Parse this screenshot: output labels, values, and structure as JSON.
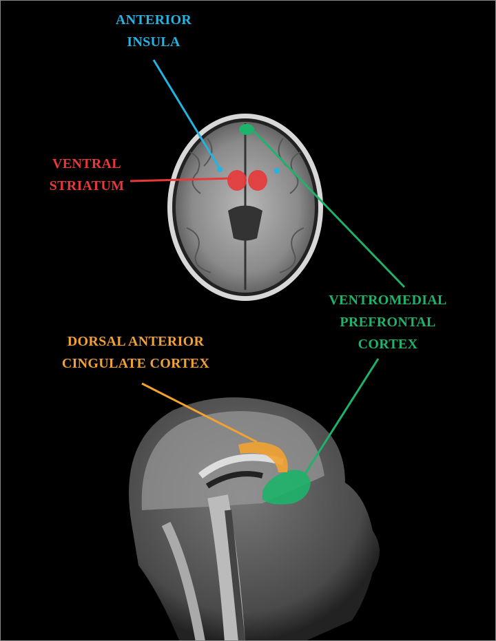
{
  "labels": {
    "anterior_insula": {
      "line1": "ANTERIOR",
      "line2": "INSULA",
      "color": "#22b4e2"
    },
    "ventral_striatum": {
      "line1": "VENTRAL",
      "line2": "STRIATUM",
      "color": "#e8383a"
    },
    "vmpfc": {
      "line1": "VENTROMEDIAL",
      "line2": "PREFRONTAL",
      "line3": "CORTEX",
      "color": "#1db36a"
    },
    "dacc": {
      "line1": "DORSAL ANTERIOR",
      "line2": "CINGULATE CORTEX",
      "color": "#f2a232"
    }
  }
}
